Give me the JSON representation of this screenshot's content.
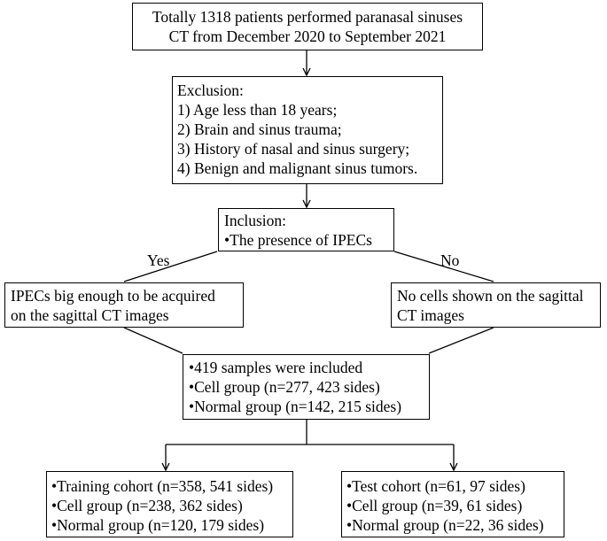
{
  "boxes": {
    "source": {
      "lines": [
        "Totally 1318 patients performed paranasal sinuses",
        "CT from December 2020 to September 2021"
      ]
    },
    "exclusion": {
      "lines": [
        "Exclusion:",
        "1) Age less than 18 years;",
        "2) Brain and sinus trauma;",
        "3) History of nasal and sinus surgery;",
        "4) Benign and malignant sinus tumors."
      ]
    },
    "inclusion": {
      "lines": [
        "Inclusion:",
        "•The presence of  IPECs"
      ]
    },
    "yes_branch": {
      "lines": [
        "IPECs big enough to be acquired",
        "on the sagittal CT images"
      ]
    },
    "no_branch": {
      "lines": [
        "No cells shown on the sagittal",
        "CT images"
      ]
    },
    "samples": {
      "lines": [
        "•419  samples were included",
        "•Cell group (n=277, 423 sides)",
        "•Normal group (n=142, 215 sides)"
      ]
    },
    "training": {
      "lines": [
        "•Training cohort (n=358, 541 sides)",
        "•Cell group (n=238, 362 sides)",
        "•Normal group (n=120, 179 sides)"
      ]
    },
    "test": {
      "lines": [
        "•Test cohort (n=61, 97 sides)",
        "•Cell group (n=39, 61 sides)",
        "•Normal group (n=22, 36 sides)"
      ]
    }
  },
  "edge_labels": {
    "yes": "Yes",
    "no": "No"
  },
  "colors": {
    "stroke": "#000000",
    "background": "#ffffff",
    "text": "#000000"
  }
}
